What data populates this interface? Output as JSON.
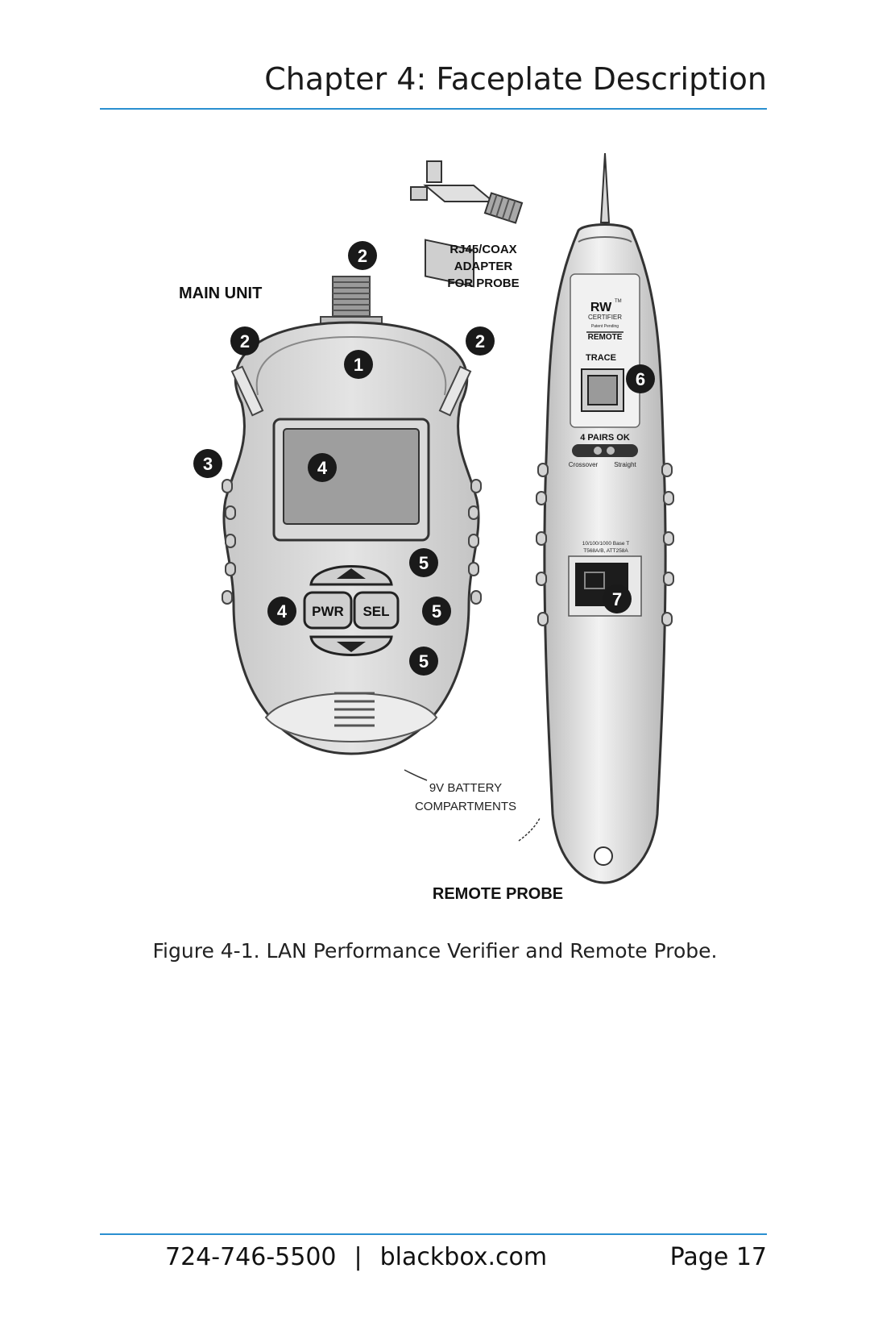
{
  "header": {
    "title": "Chapter 4: Faceplate Description"
  },
  "figure": {
    "labels": {
      "main_unit": "MAIN UNIT",
      "adapter_line1": "RJ45/COAX",
      "adapter_line2": "ADAPTER",
      "adapter_line3": "FOR PROBE",
      "battery_line1": "9V BATTERY",
      "battery_line2": "COMPARTMENTS",
      "remote_probe": "REMOTE PROBE",
      "pwr_button": "PWR",
      "sel_button": "SEL",
      "probe_brand": "RW",
      "probe_tm": "TM",
      "probe_certifier": "CERTIFIER",
      "probe_patent": "Patent Pending",
      "probe_remote": "REMOTE",
      "probe_trace": "TRACE",
      "probe_pairs_ok": "4 PAIRS OK",
      "probe_crossover": "Crossover",
      "probe_straight": "Straight",
      "probe_spec_line1": "10/100/1000 Base T",
      "probe_spec_line2": "T568A/B, ATT258A"
    },
    "callouts": {
      "c1": "1",
      "c2a": "2",
      "c2b": "2",
      "c2c": "2",
      "c3": "3",
      "c4a": "4",
      "c4b": "4",
      "c5a": "5",
      "c5b": "5",
      "c5c": "5",
      "c6": "6",
      "c7": "7"
    },
    "caption": "Figure 4-1. LAN Performance Verifier and Remote Probe."
  },
  "footer": {
    "phone": "724-746-5500",
    "separator": "|",
    "website": "blackbox.com",
    "page": "Page 17"
  }
}
